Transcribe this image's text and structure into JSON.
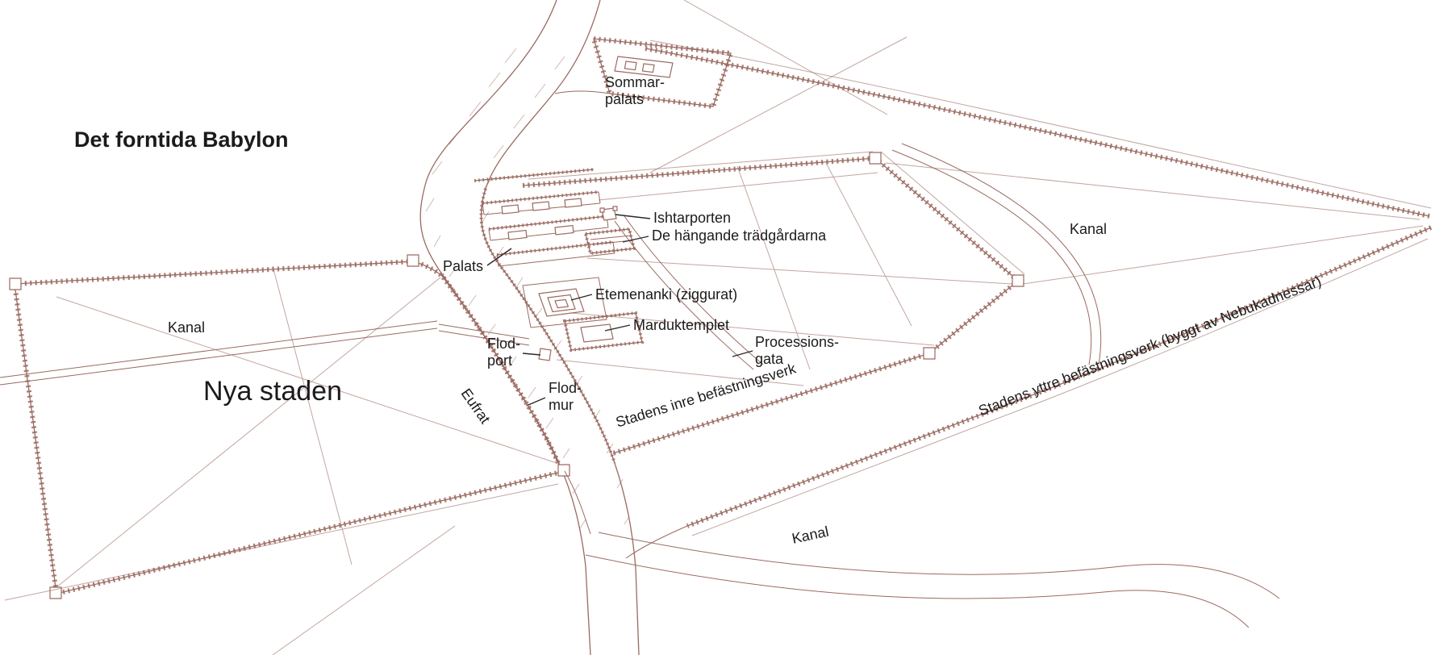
{
  "page": {
    "background": "#ffffff"
  },
  "colors": {
    "line_art": "#9a6a60",
    "label_text": "#1b1b1b",
    "leader_line": "#2a2a2a"
  },
  "map": {
    "title": "Det forntida Babylon",
    "labels": {
      "sommarpalats": "Sommar-\npalats",
      "ishtarporten": "Ishtarporten",
      "hangande_tradgardarna": "De hängande trädgårdarna",
      "palats": "Palats",
      "kanal_right": "Kanal",
      "etemenanki": "Etemenanki (ziggurat)",
      "kanal_left": "Kanal",
      "marduktemplet": "Marduktemplet",
      "processionsgata": "Processions-\ngata",
      "flodport": "Flod-\nport",
      "nya_staden": "Nya staden",
      "flodmur": "Flod-\nmur",
      "eufrat": "Eufrat",
      "inre_befastning": "Stadens inre befästningsverk",
      "yttre_befastning": "Stadens yttre befästningsverk (byggt av Nebukadnessar)",
      "kanal_bottom": "Kanal"
    }
  }
}
